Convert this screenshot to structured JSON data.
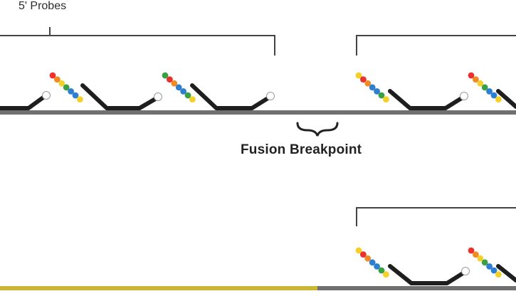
{
  "labels": {
    "five_prime_probes": "5' Probes",
    "fusion_breakpoint": "Fusion Breakpoint"
  },
  "colors": {
    "strand_gray": "#707070",
    "strand_yellow": "#c9b634",
    "probe_arm": "#1e1e1e",
    "bead_red": "#e8322e",
    "bead_orange": "#f08a24",
    "bead_yellow": "#f4d12a",
    "bead_green": "#3aa043",
    "bead_blue": "#2f7fd0",
    "bracket": "#444444",
    "end_cap": "#ffffff"
  },
  "bead_orders": {
    "red_first": [
      "bead_red",
      "bead_orange",
      "bead_yellow",
      "bead_green",
      "bead_blue",
      "bead_blue",
      "bead_yellow"
    ],
    "yellow_first": [
      "bead_yellow",
      "bead_red",
      "bead_orange",
      "bead_blue",
      "bead_blue",
      "bead_green",
      "bead_yellow"
    ],
    "green_first": [
      "bead_green",
      "bead_red",
      "bead_orange",
      "bead_blue",
      "bead_blue",
      "bead_green",
      "bead_yellow"
    ]
  }
}
